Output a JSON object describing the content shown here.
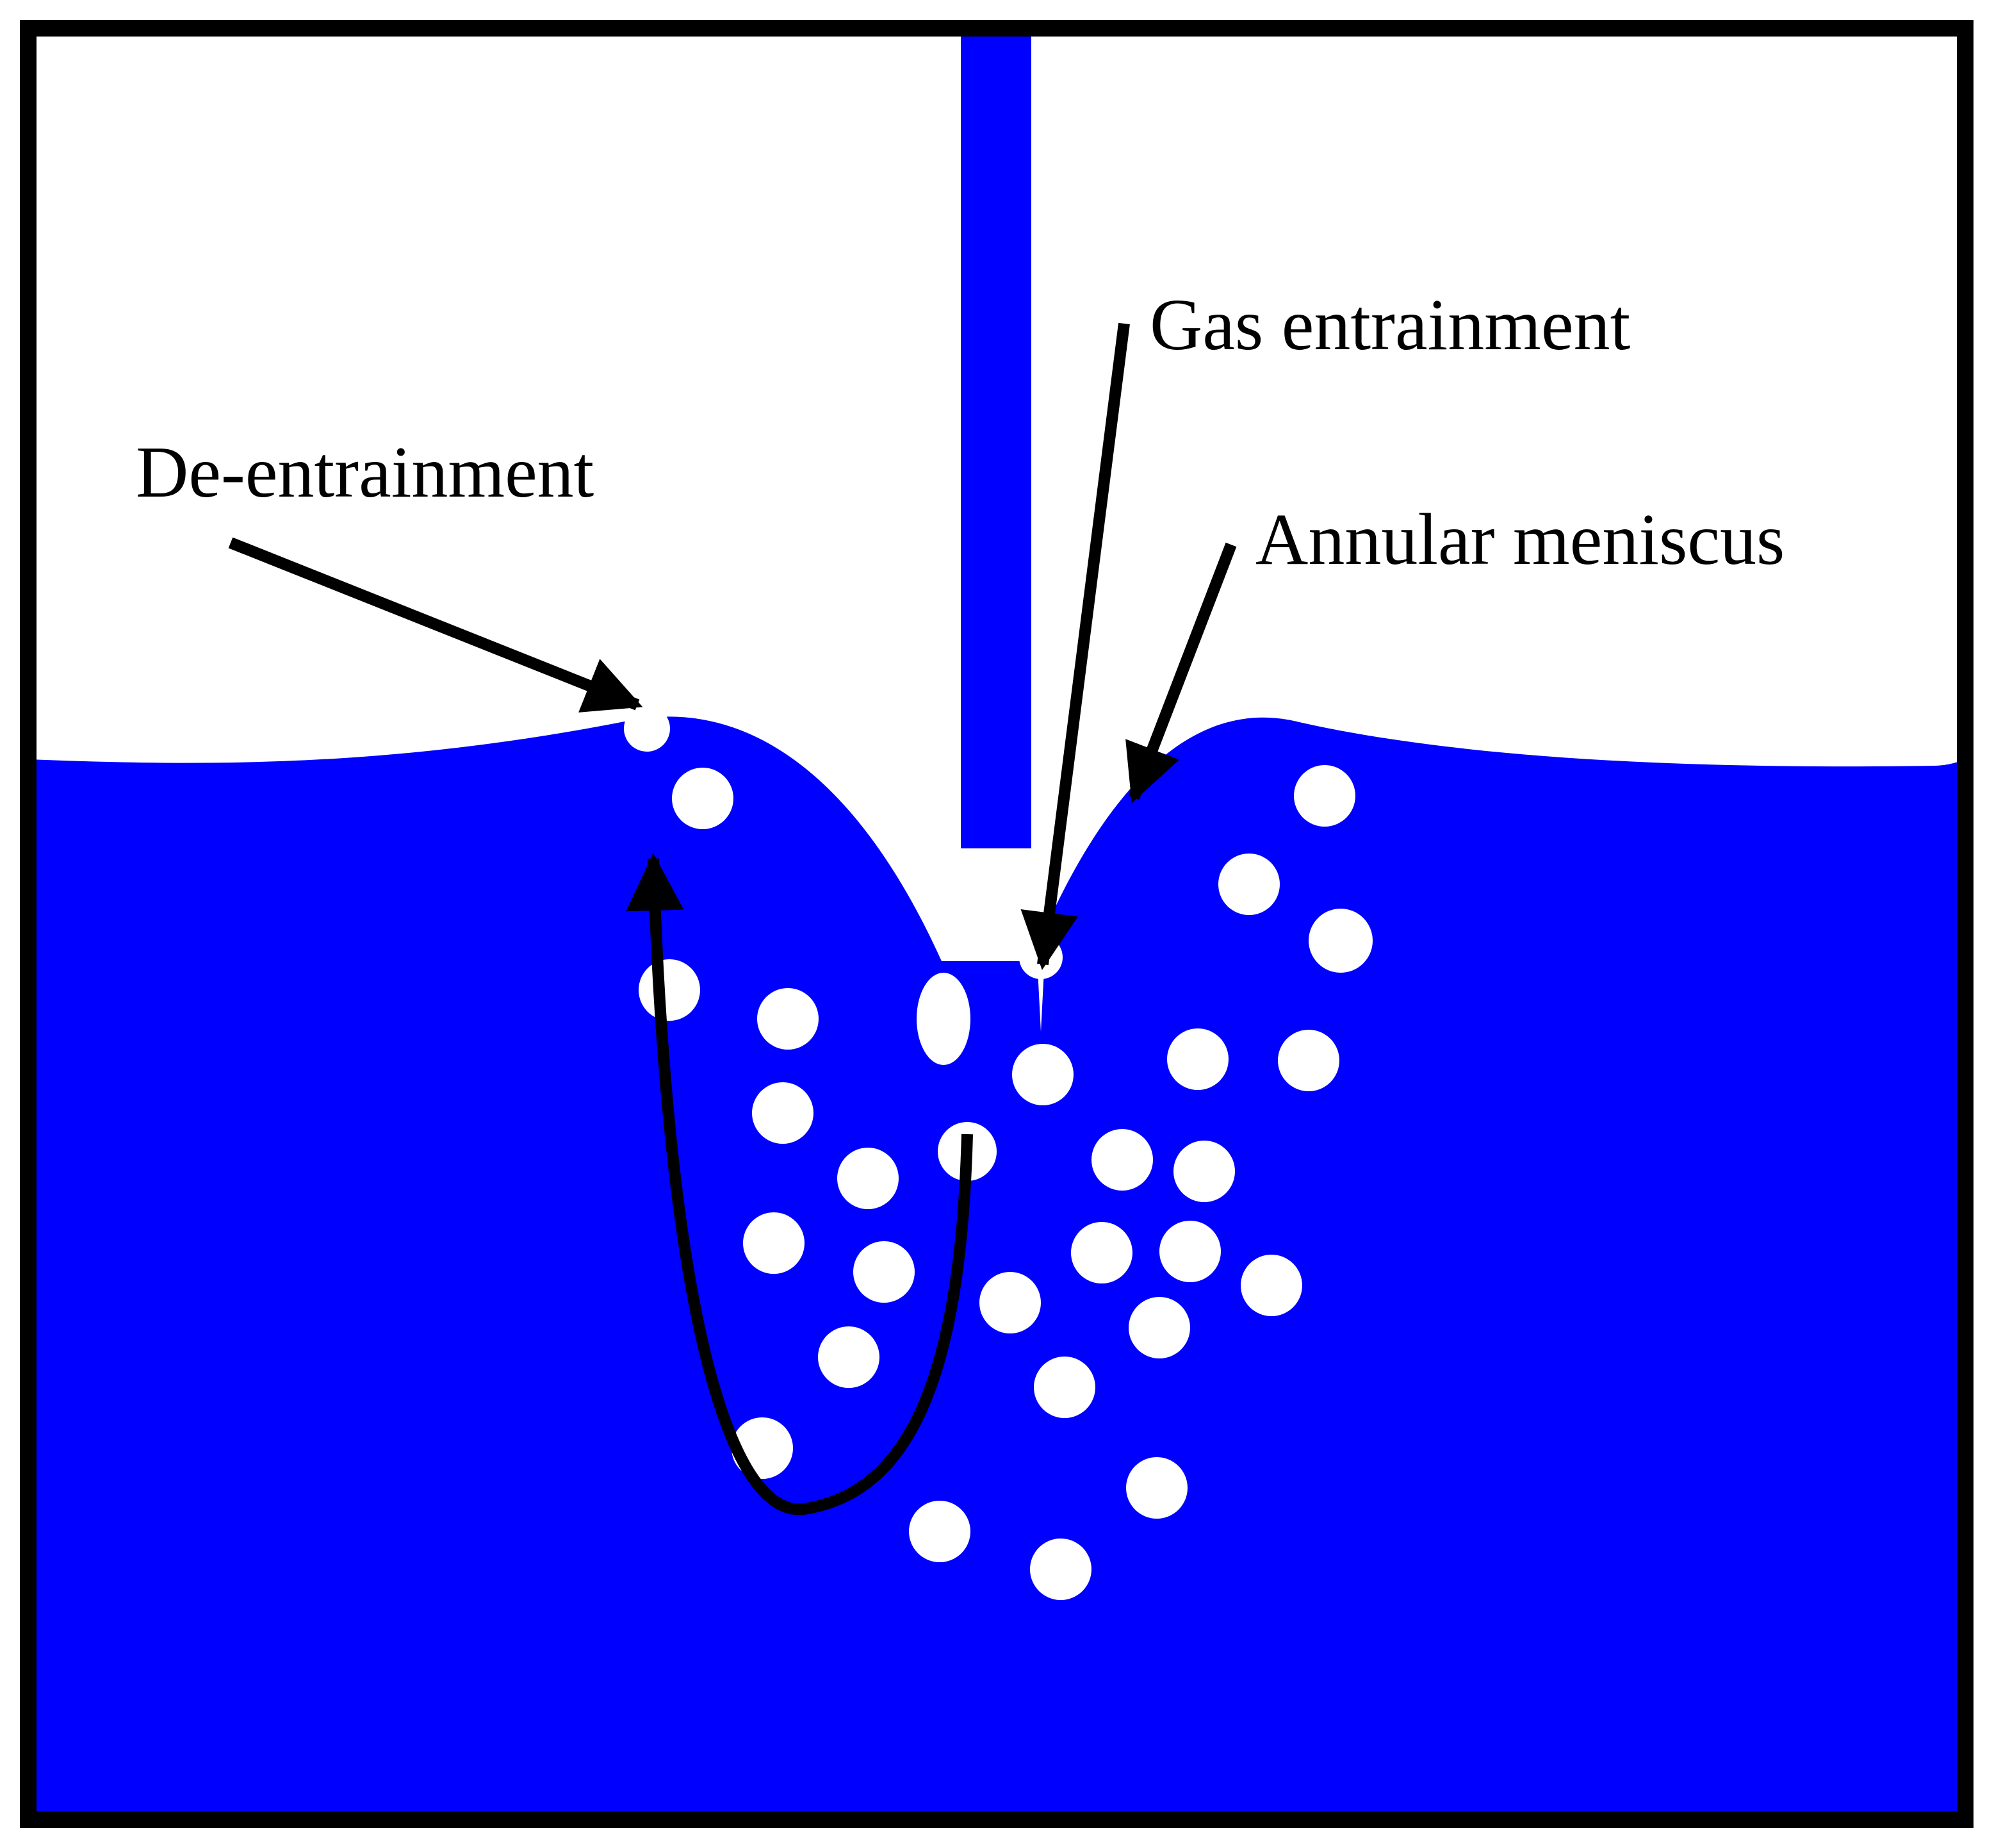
{
  "colors": {
    "liquid": "#0000ff",
    "bubble": "#ffffff",
    "frame": "#000000",
    "arrow": "#000000",
    "background": "#ffffff"
  },
  "labels": {
    "gas_entrainment": "Gas entrainment",
    "de_entrainment": "De-entrainment",
    "annular_meniscus": "Annular meniscus"
  }
}
